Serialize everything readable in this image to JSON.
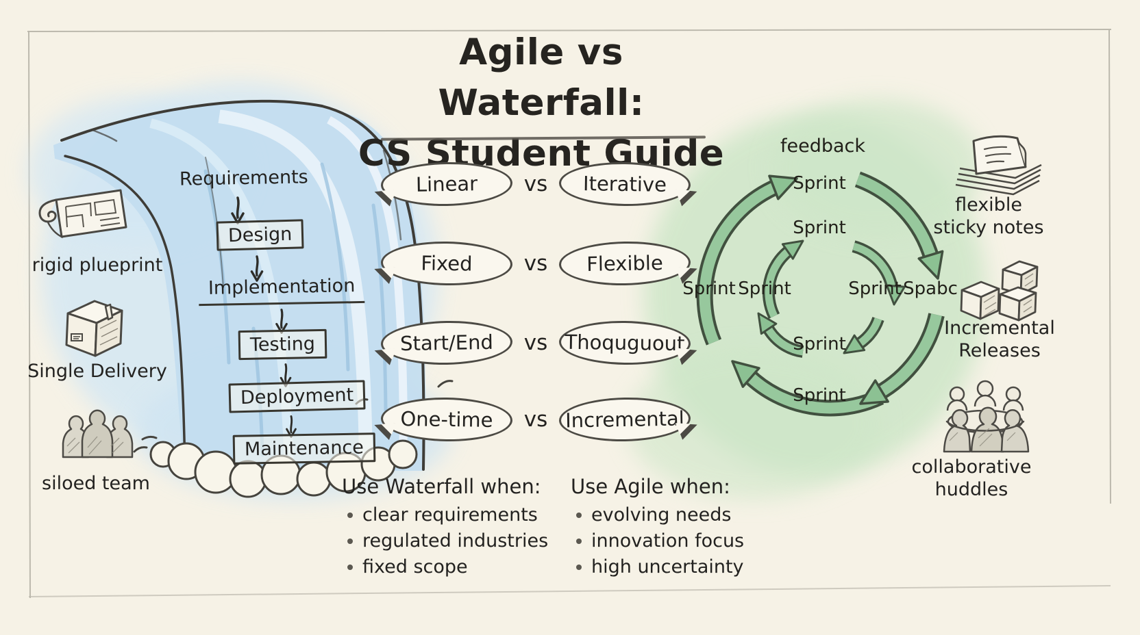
{
  "title": {
    "line1": "Agile vs Waterfall:",
    "line2": "CS Student Guide"
  },
  "waterfall_side": {
    "steps": [
      "Requirements",
      "Design",
      "Implementation",
      "Testing",
      "Deployment",
      "Maintenance"
    ],
    "icon_labels": {
      "blueprint": "rigid plueprint",
      "delivery": "Single Delivery",
      "team": "siloed team"
    }
  },
  "comparisons": {
    "vs": "vs",
    "rows": [
      {
        "left": "Linear",
        "right": "Iterative"
      },
      {
        "left": "Fixed",
        "right": "Flexible"
      },
      {
        "left": "Start/End",
        "right": "Thoquguout"
      },
      {
        "left": "One-time",
        "right": "Incremental"
      }
    ]
  },
  "agile_side": {
    "feedback": "feedback",
    "sprint_labels": {
      "top": "Sprint",
      "inner_top": "Sprint",
      "west_outer": "Sprint",
      "west_inner": "Sprint",
      "east_inner": "Sprint",
      "east_outer": "Spabc",
      "inner_bottom": "Sprint",
      "bottom": "Sprint"
    },
    "icon_labels": {
      "sticky_line1": "flexible",
      "sticky_line2": "sticky notes",
      "releases_line1": "Incremental",
      "releases_line2": "Releases",
      "huddles_line1": "collaborative",
      "huddles_line2": "huddles"
    }
  },
  "usage": {
    "waterfall": {
      "heading": "Use Waterfall when:",
      "items": [
        "clear requirements",
        "regulated industries",
        "fixed scope"
      ]
    },
    "agile": {
      "heading": "Use Agile when:",
      "items": [
        "evolving needs",
        "innovation focus",
        "high uncertainty"
      ]
    }
  },
  "colors": {
    "background": "#f6f2e6",
    "ink": "#2b2a26",
    "water_blue": "#c2ddf0",
    "agile_green": "#cde6c8",
    "arrow_green": "#96c69c"
  }
}
